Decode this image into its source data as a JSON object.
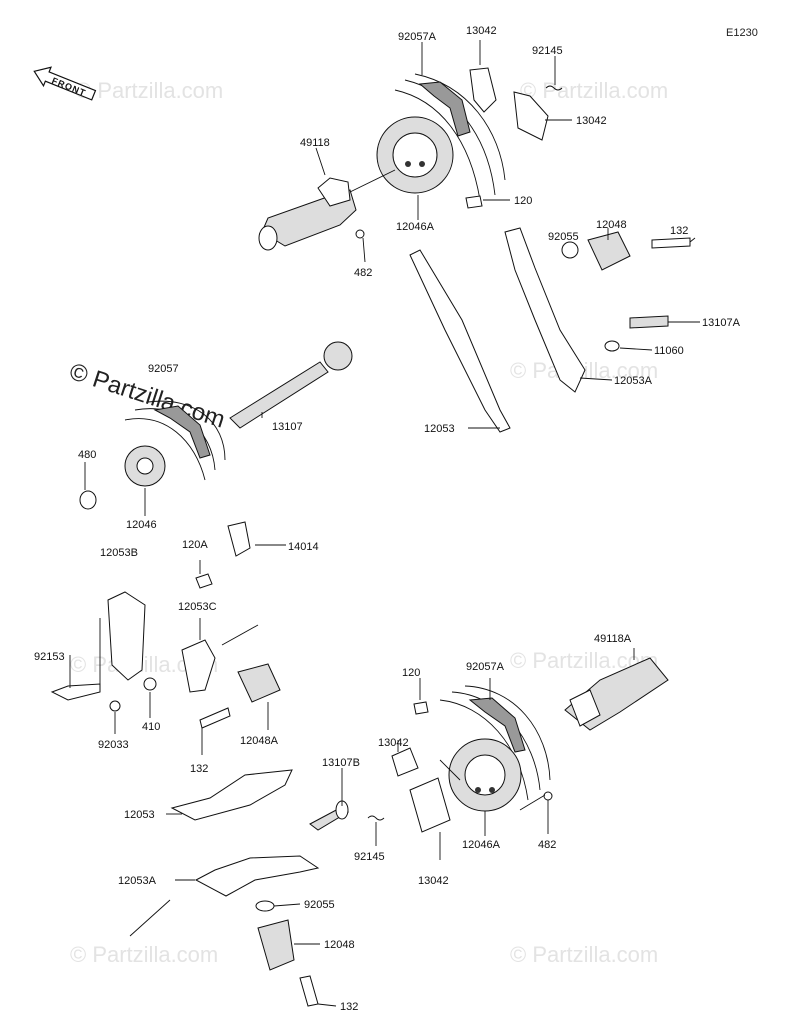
{
  "diagram_code": "E1230",
  "front_label": "FRONT",
  "watermark_main": "© Partzilla.com",
  "watermark_faint": "© Partzilla.com",
  "parts": {
    "p92057A": "92057A",
    "p13042_top": "13042",
    "p92145_top": "92145",
    "p13042_right": "13042",
    "p49118": "49118",
    "p120_top": "120",
    "p12046A_top": "12046A",
    "p482_top": "482",
    "p92055_top": "92055",
    "p12048_top": "12048",
    "p132_top": "132",
    "p13107A": "13107A",
    "p11060": "11060",
    "p12053A_top": "12053A",
    "p12053_top": "12053",
    "p92057": "92057",
    "p13107": "13107",
    "p480": "480",
    "p12046": "12046",
    "p120A": "120A",
    "p14014": "14014",
    "p12053B": "12053B",
    "p12053C": "12053C",
    "p92153": "92153",
    "p410": "410",
    "p92033": "92033",
    "p12048A": "12048A",
    "p132_mid": "132",
    "p120_bot": "120",
    "p92057A_bot": "92057A",
    "p49118A": "49118A",
    "p13042_bot1": "13042",
    "p13107B": "13107B",
    "p12053_bot": "12053",
    "p92145_bot": "92145",
    "p13042_bot2": "13042",
    "p12046A_bot": "12046A",
    "p482_bot": "482",
    "p12053A_bot": "12053A",
    "p92055_bot": "92055",
    "p12048_bot": "12048",
    "p132_bot": "132"
  }
}
